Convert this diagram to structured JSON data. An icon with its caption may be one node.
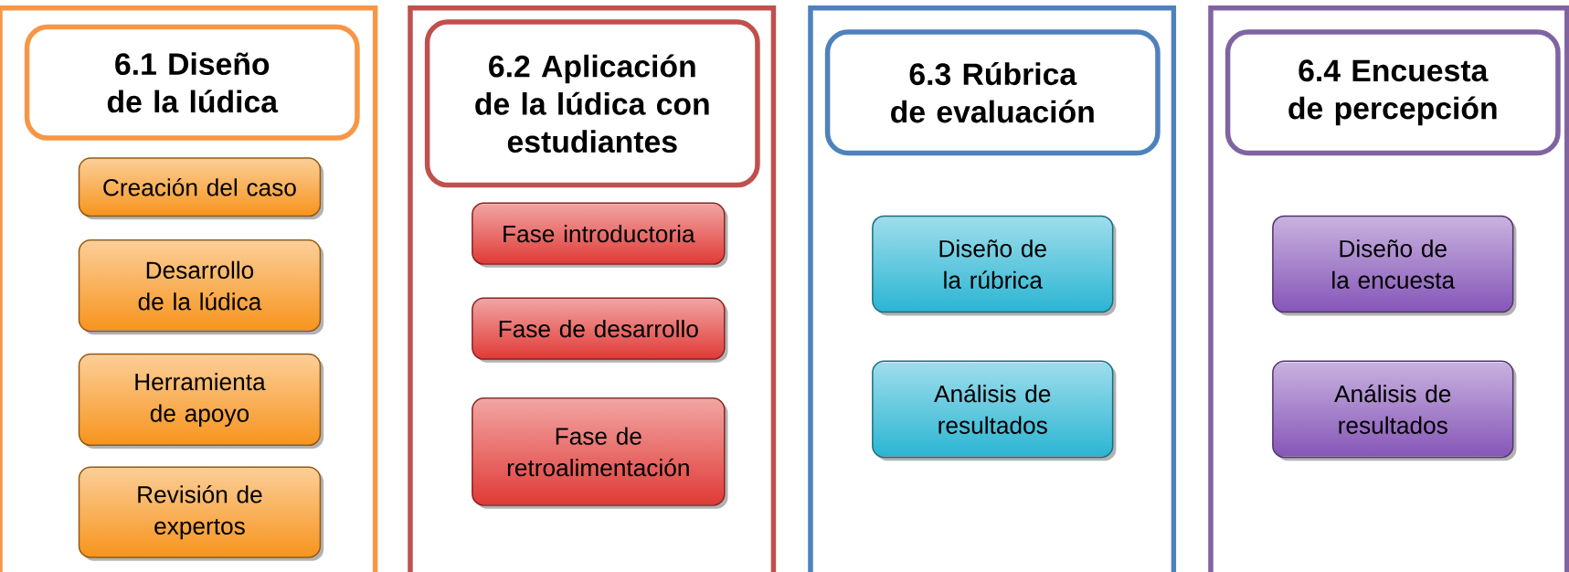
{
  "diagram": {
    "nodes": [
      {
        "text": [],
        "shape": "box"
      },
      {
        "text": [
          "6.1 Diseño de la lúdica"
        ],
        "in": 0
      },
      {
        "text": [
          "Creación del caso"
        ],
        "in": 0
      },
      {
        "text": [
          "Desarrollo de la lúdica"
        ],
        "in": 0
      },
      {
        "text": [
          "Herramienta de apoyo"
        ],
        "in": 0
      },
      {
        "text": [
          "Revisión de expertos"
        ],
        "in": 0
      },
      {
        "text": [],
        "shape": "box"
      },
      {
        "text": [
          "6.2 Aplicación de la lúdica con estudiantes"
        ],
        "in": 6
      },
      {
        "text": [
          "Fase introductoria"
        ],
        "in": 6
      },
      {
        "text": [
          "Fase de desarrollo"
        ],
        "in": 6
      },
      {
        "text": [
          "Fase de retroalimentación"
        ],
        "in": 6
      },
      {
        "text": [],
        "shape": "box"
      },
      {
        "text": [
          "6.3 Rúbrica de evaluación"
        ],
        "in": 11
      },
      {
        "text": [
          "Diseño de la rúbrica"
        ],
        "in": 11
      },
      {
        "text": [
          "Análisis de resultados"
        ],
        "in": 11
      },
      {
        "text": [],
        "shape": "box"
      },
      {
        "text": [
          "6.4 Encuesta de percepción"
        ],
        "in": 15
      },
      {
        "text": [
          "Diseño de la encuesta"
        ],
        "in": 15
      },
      {
        "text": [
          "Análisis de resultados"
        ],
        "in": 15
      }
    ]
  }
}
